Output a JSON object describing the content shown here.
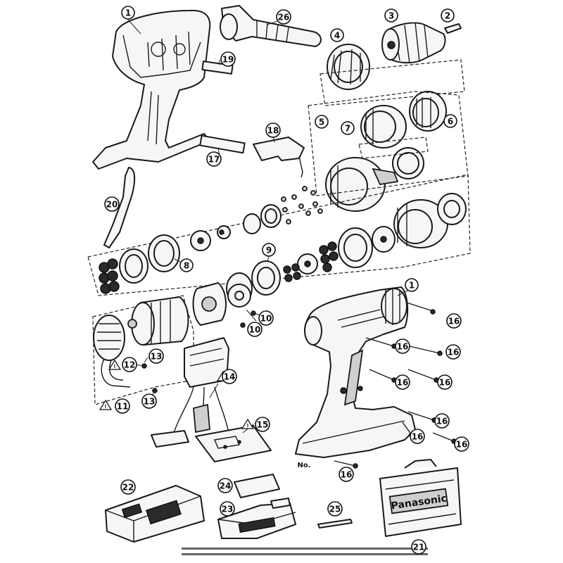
{
  "diagram": {
    "callouts": [
      {
        "id": "c1",
        "label": "1"
      },
      {
        "id": "c2",
        "label": "2"
      },
      {
        "id": "c3",
        "label": "3"
      },
      {
        "id": "c4",
        "label": "4"
      },
      {
        "id": "c5",
        "label": "5"
      },
      {
        "id": "c6",
        "label": "6"
      },
      {
        "id": "c7",
        "label": "7"
      },
      {
        "id": "c8",
        "label": "8"
      },
      {
        "id": "c9",
        "label": "9"
      },
      {
        "id": "c10a",
        "label": "10"
      },
      {
        "id": "c10b",
        "label": "10"
      },
      {
        "id": "c11",
        "label": "11"
      },
      {
        "id": "c12",
        "label": "12"
      },
      {
        "id": "c13a",
        "label": "13"
      },
      {
        "id": "c13b",
        "label": "13"
      },
      {
        "id": "c14",
        "label": "14"
      },
      {
        "id": "c15",
        "label": "15"
      },
      {
        "id": "c16a",
        "label": "16"
      },
      {
        "id": "c16b",
        "label": "16"
      },
      {
        "id": "c16c",
        "label": "16"
      },
      {
        "id": "c16d",
        "label": "16"
      },
      {
        "id": "c16e",
        "label": "16"
      },
      {
        "id": "c16f",
        "label": "16"
      },
      {
        "id": "c16g",
        "label": "16"
      },
      {
        "id": "c16h",
        "label": "16"
      },
      {
        "id": "c16i",
        "label": "16"
      },
      {
        "id": "c17",
        "label": "17"
      },
      {
        "id": "c18",
        "label": "18"
      },
      {
        "id": "c19",
        "label": "19"
      },
      {
        "id": "c20",
        "label": "20"
      },
      {
        "id": "c21",
        "label": "21"
      },
      {
        "id": "c22",
        "label": "22"
      },
      {
        "id": "c23",
        "label": "23"
      },
      {
        "id": "c24",
        "label": "24"
      },
      {
        "id": "c25",
        "label": "25"
      },
      {
        "id": "c26",
        "label": "26"
      },
      {
        "id": "c1b",
        "label": "1"
      }
    ],
    "nameplate_label": "No.",
    "case_brand": "Panasonic"
  }
}
